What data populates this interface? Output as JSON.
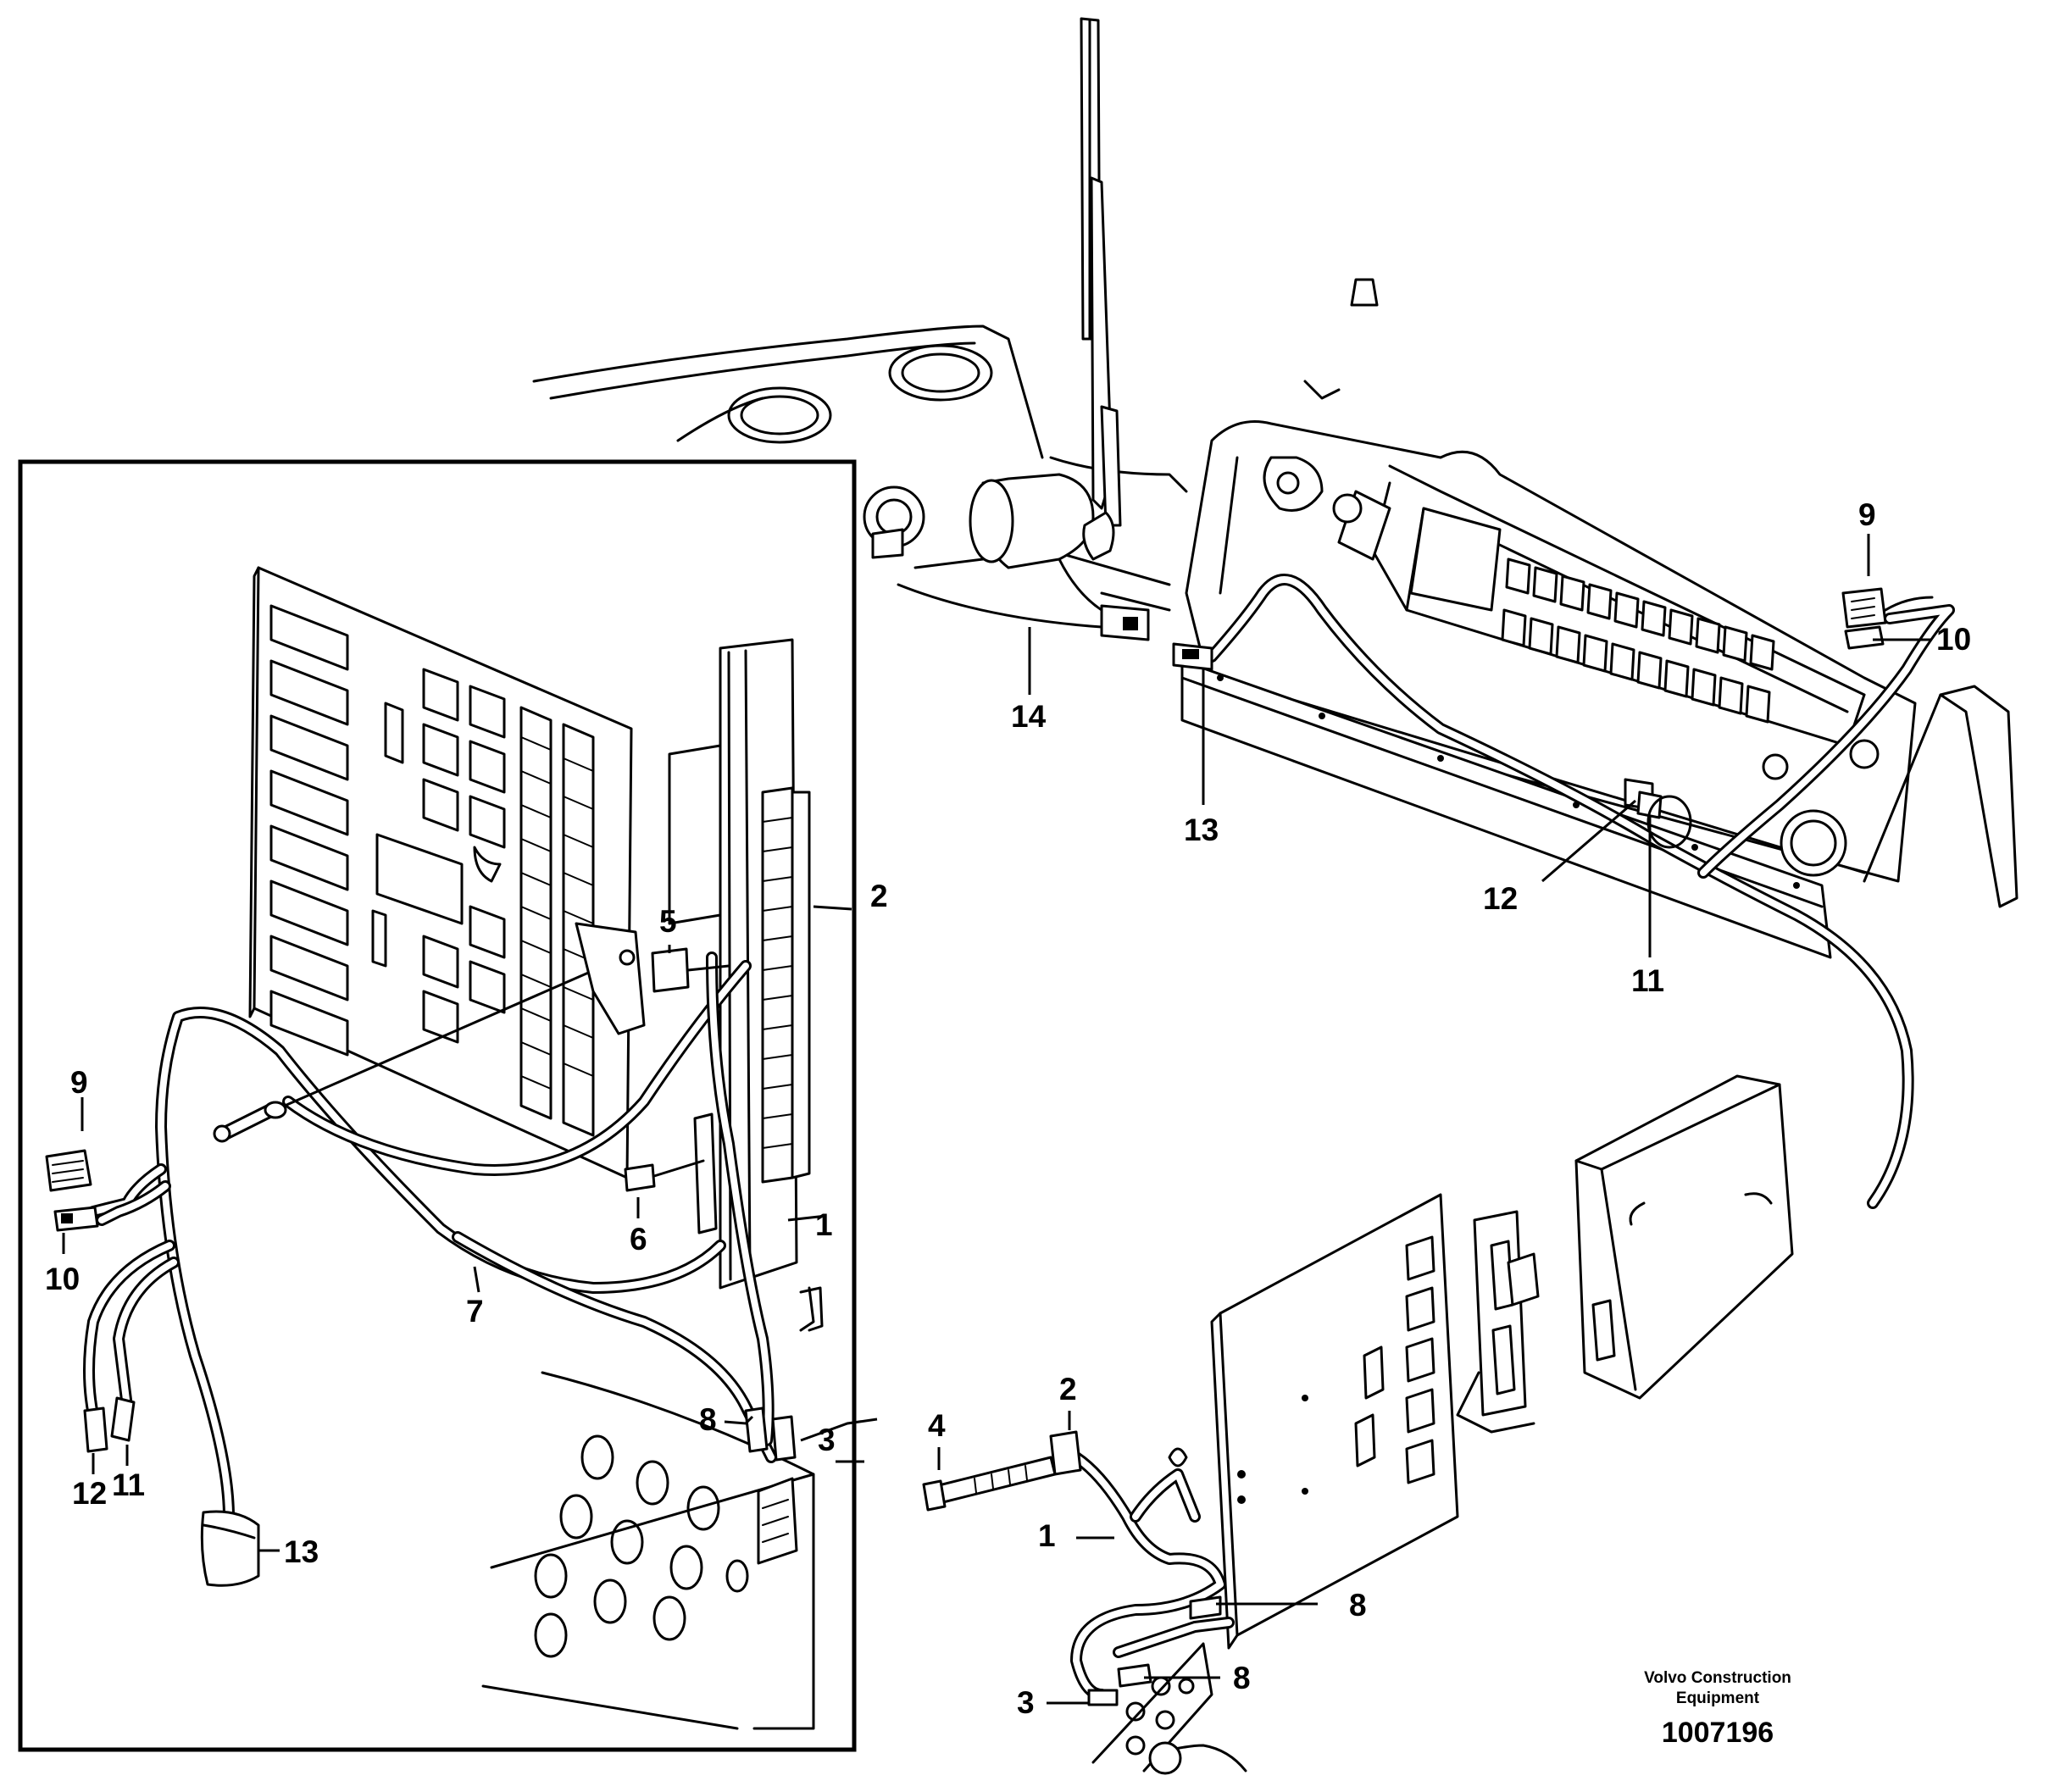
{
  "callouts": {
    "c1": "1",
    "c2": "2",
    "c3": "3",
    "c4": "4",
    "c5": "5",
    "c6": "6",
    "c7": "7",
    "c8": "8",
    "c9": "9",
    "c10": "10",
    "c11": "11",
    "c12": "12",
    "c13": "13",
    "c14": "14"
  },
  "brand": {
    "line1": "Volvo Construction",
    "line2": "Equipment"
  },
  "document_number": "1007196"
}
